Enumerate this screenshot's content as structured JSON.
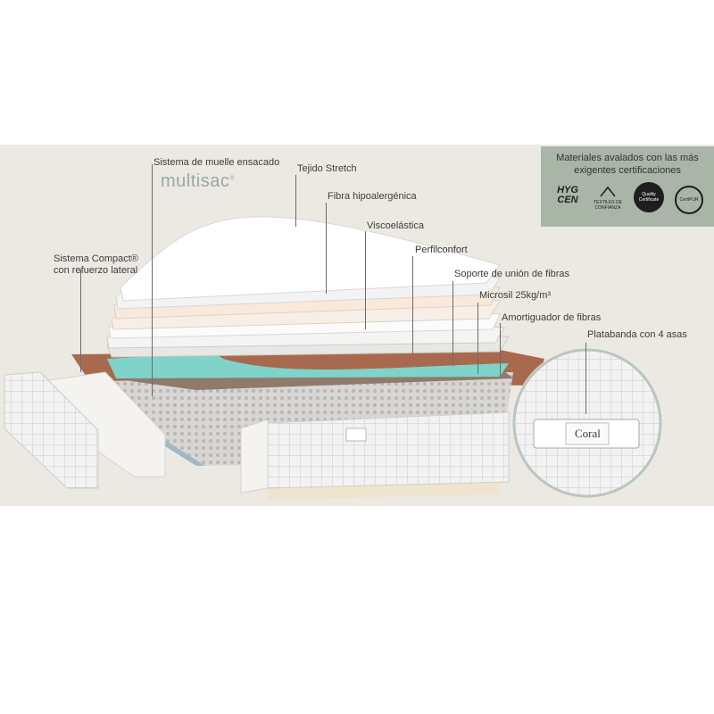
{
  "brand": {
    "multisac": "multisac",
    "reg": "®"
  },
  "labels": {
    "muelle": "Sistema de muelle ensacado",
    "tejido": "Tejido Stretch",
    "fibra_hipo": "Fibra hipoalergénica",
    "visco": "Viscoelástica",
    "perfil": "Perfilconfort",
    "soporte": "Soporte de unión de fibras",
    "microsil": "Microsil 25kg/m³",
    "amortiguador": "Amortiguador de fibras",
    "plataband": "Platabanda con 4 asas",
    "compact_line1": "Sistema Compact®",
    "compact_line2": "con refuerzo lateral"
  },
  "certifications": {
    "title_line1": "Materiales avalados con las más",
    "title_line2": "exigentes certificaciones",
    "items": [
      "HYG CEN",
      "TEXTILES DE CONFIANZA",
      "Quality Certificate",
      "CertiPUR"
    ]
  },
  "handle_label": "Coral",
  "colors": {
    "panel": "#ece9e3",
    "cert_box": "#a9b5a7",
    "visco_teal": "#7fd3c8",
    "copper": "#a86a4f"
  }
}
